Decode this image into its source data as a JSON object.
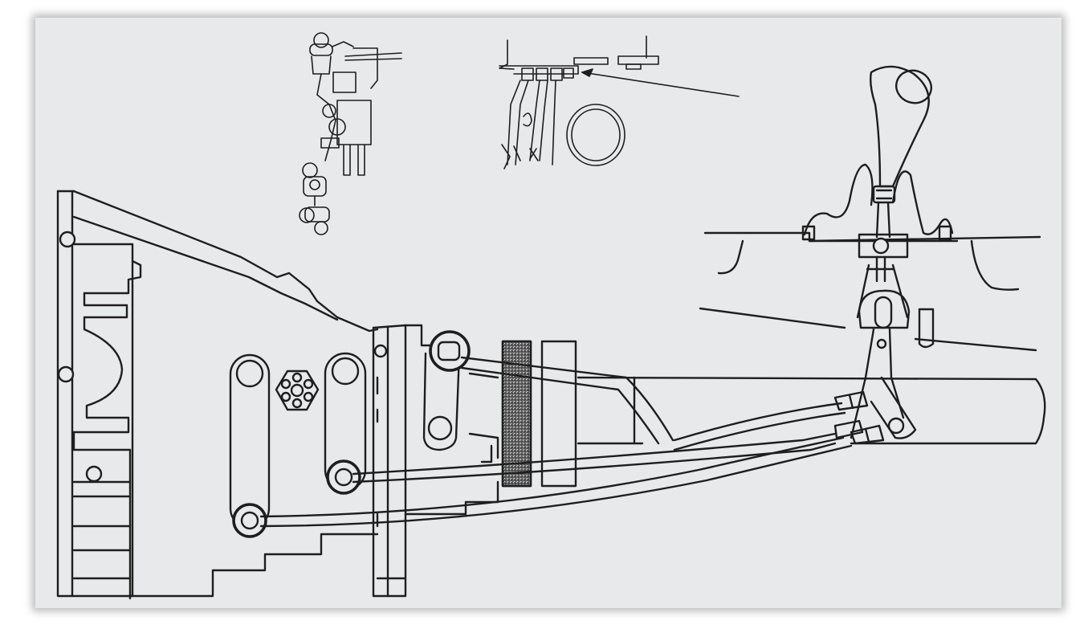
{
  "figure": {
    "caption": "",
    "colors": {
      "paper": "#e8e9ea",
      "ink": "#1e1e1e",
      "background": "#ffffff"
    },
    "parts": [
      "transmission-case",
      "shift-levers",
      "shift-rods",
      "shifter-assembly",
      "shift-knob",
      "driveshaft-tunnel",
      "detail-inset-linkage",
      "detail-inset-shifter-plate"
    ]
  }
}
